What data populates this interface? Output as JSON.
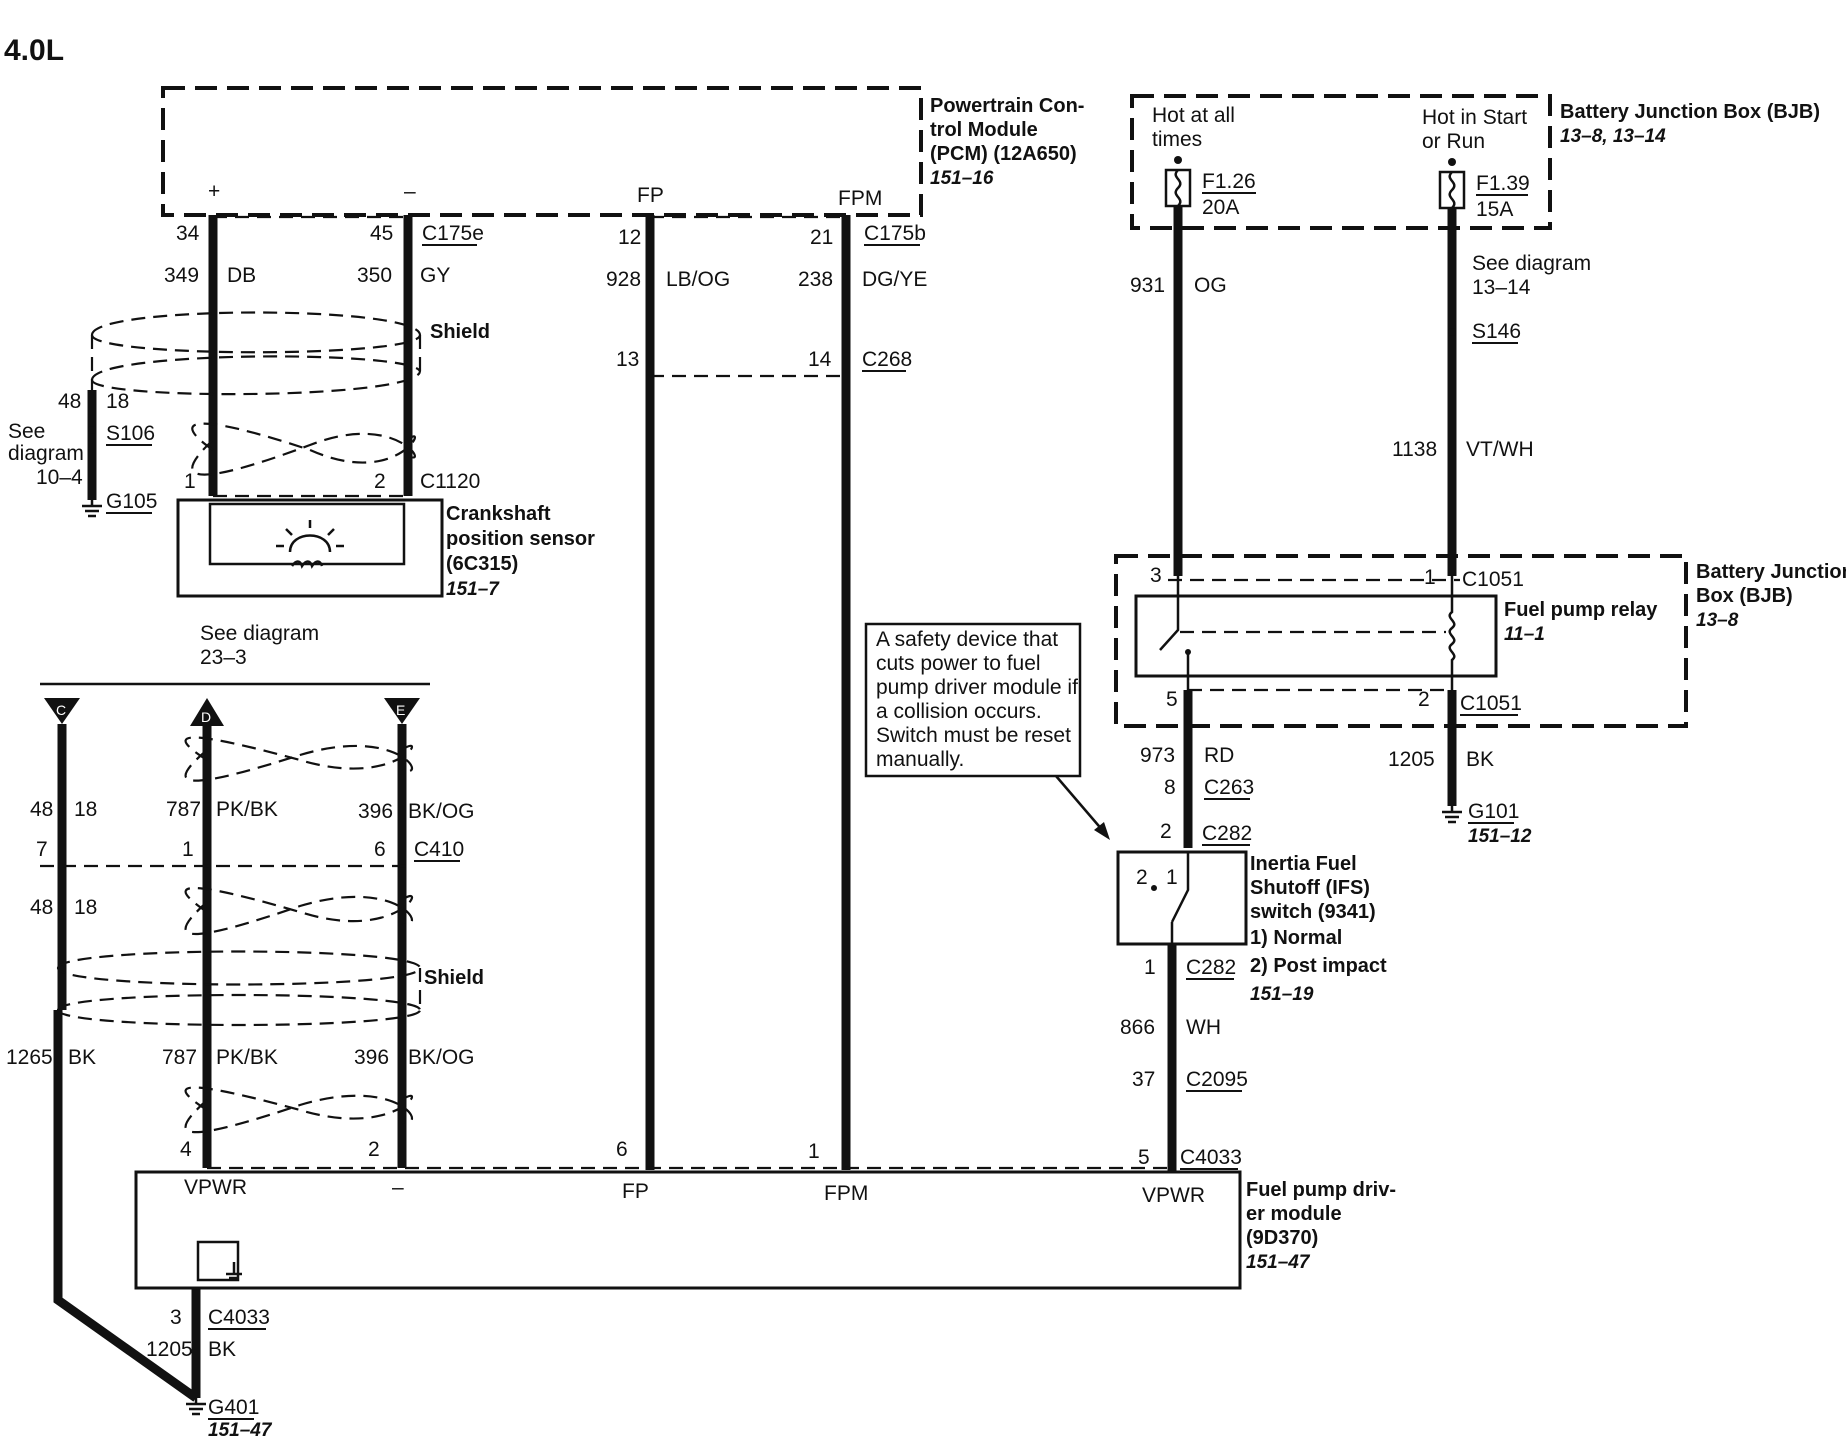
{
  "title": "4.0L",
  "pcm": {
    "name": [
      "Powertrain Con-",
      "trol Module",
      "(PCM) (12A650)"
    ],
    "ref": "151–16",
    "plus": "+",
    "minus": "–",
    "fp": "FP",
    "fpm": "FPM"
  },
  "bjb_top": {
    "hot_all": [
      "Hot at all",
      "times"
    ],
    "hot_start": [
      "Hot in Start",
      "or Run"
    ],
    "fuse1": [
      "F1.26",
      "20A"
    ],
    "fuse2": [
      "F1.39",
      "15A"
    ],
    "name": "Battery Junction Box (BJB)",
    "ref": "13–8, 13–14"
  },
  "pcm_wires": {
    "w1": {
      "pin": "34",
      "circuit": "349",
      "color": "DB"
    },
    "w2": {
      "pin": "45",
      "circuit": "350",
      "color": "GY"
    },
    "c175e": "C175e",
    "w3": {
      "pin": "12",
      "circuit": "928",
      "color": "LB/OG",
      "pin2": "13"
    },
    "w4": {
      "pin": "21",
      "circuit": "238",
      "color": "DG/YE",
      "pin2": "14"
    },
    "c175b": "C175b",
    "c268": "C268"
  },
  "shield1": {
    "label": "Shield",
    "drain_circuit": "48",
    "drain_gauge": "18",
    "see": [
      "See",
      "diagram",
      "10–4"
    ],
    "splice": "S106",
    "ground": "G105"
  },
  "ckp": {
    "pin1": "1",
    "pin2": "2",
    "conn": "C1120",
    "name": [
      "Crankshaft",
      "position sensor",
      "(6C315)"
    ],
    "ref": "151–7"
  },
  "see_23": [
    "See diagram",
    "23–3"
  ],
  "bus": {
    "c": "C",
    "d": "D",
    "e": "E"
  },
  "lower_wires": {
    "a": {
      "circuit": "48",
      "gauge": "18",
      "pin": "7"
    },
    "b": {
      "circuit": "787",
      "color": "PK/BK",
      "pin": "1"
    },
    "c": {
      "circuit": "396",
      "color": "BK/OG",
      "pin": "6"
    },
    "c410": "C410",
    "a2": {
      "circuit": "48",
      "gauge": "18"
    },
    "shield": "Shield",
    "bk": {
      "circuit": "1265",
      "color": "BK"
    },
    "b2": {
      "circuit": "787",
      "color": "PK/BK"
    },
    "c2": {
      "circuit": "396",
      "color": "BK/OG"
    }
  },
  "fpdm": {
    "pins": {
      "vpwr_l": "4",
      "minus": "2",
      "fp": "6",
      "fpm": "1",
      "vpwr_r": "5",
      "conn": "C4033"
    },
    "labels": {
      "vpwr_l": "VPWR",
      "minus": "–",
      "fp": "FP",
      "fpm": "FPM",
      "vpwr_r": "VPWR"
    },
    "name": [
      "Fuel pump driv-",
      "er module",
      "(9D370)"
    ],
    "ref": "151–47",
    "gnd": {
      "pin": "3",
      "conn": "C4033",
      "circuit": "1205",
      "color": "BK",
      "ground": "G401",
      "ref": "151–47"
    }
  },
  "right_top": {
    "og": {
      "circuit": "931",
      "color": "OG"
    },
    "see": [
      "See diagram",
      "13–14"
    ],
    "splice": "S146",
    "vtwh": {
      "circuit": "1138",
      "color": "VT/WH"
    }
  },
  "relay": {
    "pin3": "3",
    "pin1": "1",
    "conn1": "C1051",
    "name": "Fuel pump relay",
    "ref": "11–1",
    "pin5": "5",
    "pin2": "2",
    "conn2": "C1051",
    "bjb_name": [
      "Battery Junction",
      "Box (BJB)"
    ],
    "bjb_ref": "13–8"
  },
  "right_bottom": {
    "rd": {
      "circuit": "973",
      "color": "RD"
    },
    "c263": {
      "pin": "8",
      "conn": "C263"
    },
    "bk": {
      "circuit": "1205",
      "color": "BK"
    },
    "ground": "G101",
    "ground_ref": "151–12"
  },
  "ifs": {
    "top": {
      "pin": "2",
      "conn": "C282"
    },
    "pos2": "2",
    "pos1": "1",
    "name": [
      "Inertia Fuel",
      "Shutoff (IFS)",
      "switch (9341)",
      "1)   Normal",
      "2)   Post impact"
    ],
    "ref": "151–19",
    "bottom": {
      "pin": "1",
      "conn": "C282"
    },
    "wh": {
      "circuit": "866",
      "color": "WH"
    },
    "c2095": {
      "pin": "37",
      "conn": "C2095"
    }
  },
  "note": [
    "A safety device that",
    "cuts power to fuel",
    "pump driver module if",
    "a collision occurs.",
    "Switch must be reset",
    "manually."
  ]
}
